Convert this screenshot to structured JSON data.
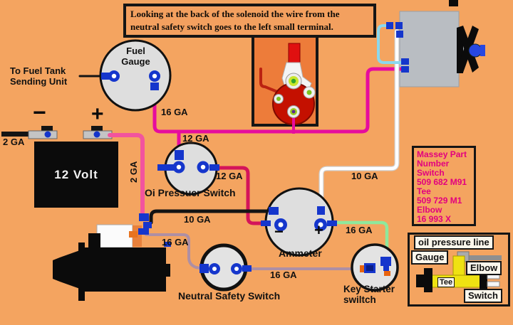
{
  "banner_text": "Looking at the back of the solenoid the wire from the\nneutral safety switch goes to the left small terminal.",
  "components": {
    "fuel_gauge_label": "Fuel\nGauge",
    "sending_unit_label": "To Fuel Tank\nSending Unit",
    "battery_label": "12 Volt",
    "battery_minus": "−",
    "battery_plus": "+",
    "oil_pressure_switch_label": "Oi  Pressuer Switch",
    "ammeter_label": "Ammeter",
    "ammeter_minus": "−",
    "ammeter_plus": "+",
    "neutral_safety_switch_label": "Neutral Safety Switch",
    "key_starter_switch_label": "Key Starter\nswiltch"
  },
  "wire_labels": {
    "fuel_gauge_wire": "16 GA",
    "ops_top_wire": "12 GA",
    "ops_to_ammeter_wire": "12 GA",
    "battery_ground_wire": "2 GA",
    "battery_to_starter_wire": "2 GA",
    "starter_to_ammeter_wire": "10 GA",
    "generator_to_ammeter_wire": "10 GA",
    "starter_to_nss_wire": "16 GA",
    "nss_to_key_wire": "16 GA",
    "ammeter_to_key_wire": "16 GA"
  },
  "massey_box_text": "Massey Part\nNumber\nSwitch\n509 682 M91\nTee\n509 729 M1\nElbow\n16 993 X",
  "legend": {
    "title": "oil pressure line",
    "gauge": "Gauge",
    "elbow": "Elbow",
    "tee": "Tee",
    "switch": "Switch"
  },
  "colors": {
    "background": "#F4A460",
    "solenoid_box_interior": "#ED7C3A",
    "wire_magenta": "#E60C9E",
    "wire_crimson": "#D4145A",
    "wire_pink": "#F2549E",
    "wire_black": "#141414",
    "wire_white": "#FFFFFF",
    "wire_green": "#8FE89C",
    "wire_purple": "#AE8FA4",
    "wire_lightblue": "#8AD8EE",
    "wire_darkred": "#BB2211",
    "terminal_blue": "#1536CC",
    "massey_text": "#E2007E"
  }
}
